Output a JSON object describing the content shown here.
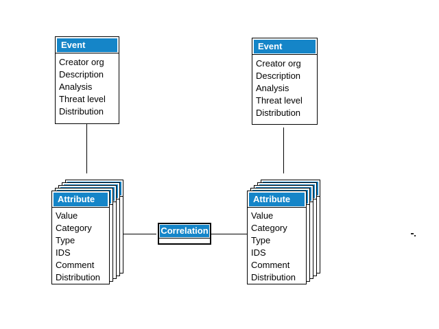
{
  "colors": {
    "header": "#1585C8",
    "line": "#000000",
    "page_bg": "#FFFFFF",
    "header_text": "#FFFFFF",
    "body_text": "#000000"
  },
  "event": {
    "title": "Event",
    "fields": [
      "Creator org",
      "Description",
      "Analysis",
      "Threat level",
      "Distribution"
    ]
  },
  "attribute": {
    "title": "Attribute",
    "fields": [
      "Value",
      "Category",
      "Type",
      "IDS",
      "Comment",
      "Distribution"
    ]
  },
  "correlation": {
    "title": "Correlation"
  }
}
